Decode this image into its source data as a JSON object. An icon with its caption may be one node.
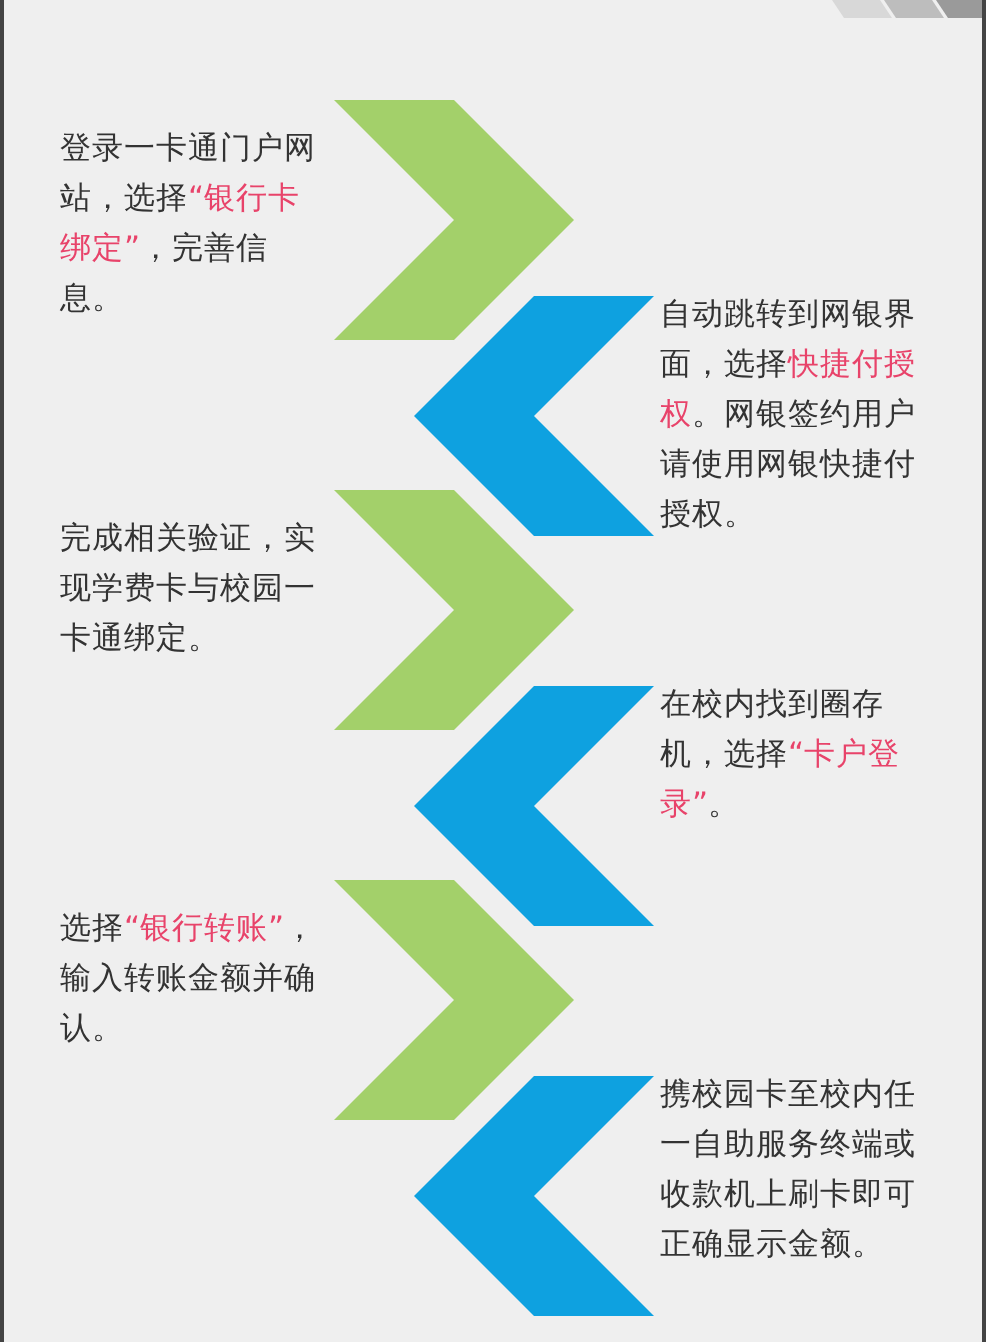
{
  "diagram": {
    "nodes": [
      {
        "text": [
          "登录一卡通门户网站，选择**“银行卡绑定”**，完善信息。"
        ]
      },
      {
        "text": [
          "自动跳转到网银界面，选择**快捷付授权**。网银签约用户请使用网银快捷付授权。"
        ]
      },
      {
        "text": [
          "完成相关验证，实现学费卡与校园一卡通绑定。"
        ]
      },
      {
        "text": [
          "在校内找到圈存机，选择**“卡户登录”**。"
        ]
      },
      {
        "text": [
          "选择**“银行转账”**，输入转账金额并确认。"
        ]
      },
      {
        "text": [
          "携校园卡至校内任一自助服务终端或收款机上刷卡即可正确显示金额。"
        ]
      }
    ],
    "edges": [
      {
        "from": 0,
        "to": 1,
        "arrow": "to"
      },
      {
        "from": 1,
        "to": 2,
        "arrow": "to"
      },
      {
        "from": 2,
        "to": 3,
        "arrow": "to"
      },
      {
        "from": 3,
        "to": 4,
        "arrow": "to"
      },
      {
        "from": 4,
        "to": 5,
        "arrow": "to"
      },
      {
        "from": 5,
        "to": null,
        "arrow": "to"
      }
    ]
  }
}
